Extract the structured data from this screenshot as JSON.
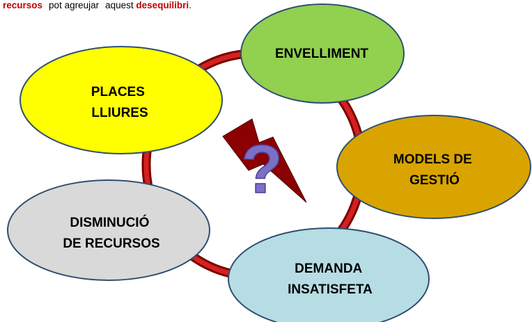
{
  "intro": {
    "word1": "recursos",
    "text_middle_a": "pot agreujar",
    "text_middle_b": "aquest",
    "word2": "desequilibri",
    "end_punct": "."
  },
  "diagram": {
    "nodes": [
      {
        "id": "envelliment",
        "lines": [
          "ENVELLIMENT"
        ],
        "fill": "#92d050"
      },
      {
        "id": "models-gestio",
        "lines": [
          "MODELS DE",
          "GESTIÓ"
        ],
        "fill": "#d9a400"
      },
      {
        "id": "demanda",
        "lines": [
          "DEMANDA",
          "INSATISFETA"
        ],
        "fill": "#b7dde4"
      },
      {
        "id": "disminucio",
        "lines": [
          "DISMINUCIÓ",
          "DE RECURSOS"
        ],
        "fill": "#d9d9d9"
      },
      {
        "id": "places",
        "lines": [
          "PLACES",
          "LLIURES"
        ],
        "fill": "#ffff00"
      }
    ],
    "center_symbol": "?",
    "colors": {
      "ring": "#c00000",
      "ellipse_stroke": "#2f4f70",
      "bolt": "#8b0000",
      "question": "#7b6fc6"
    }
  }
}
